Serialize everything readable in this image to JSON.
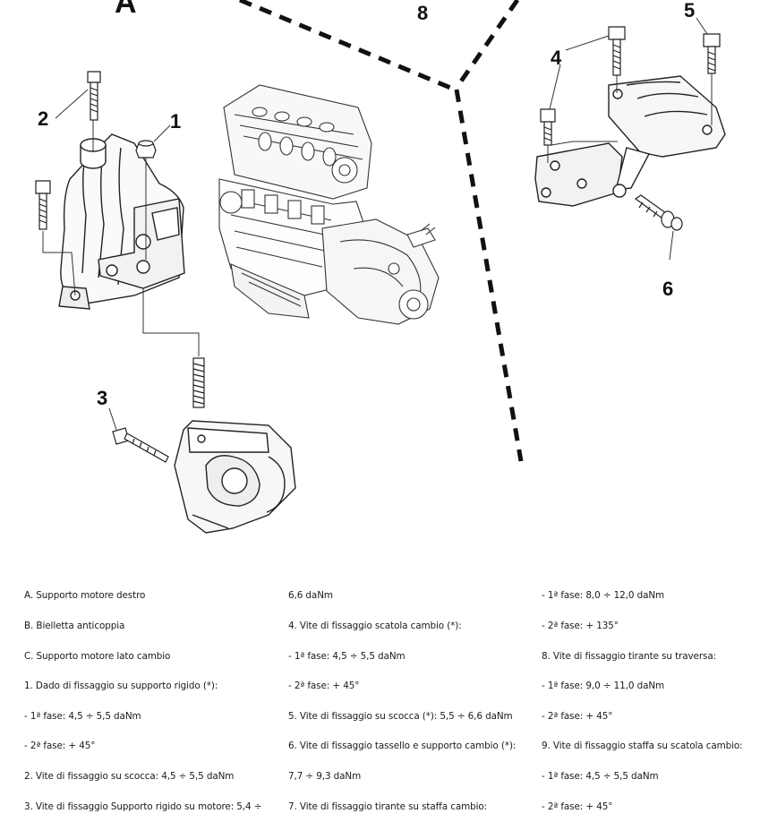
{
  "labels": {
    "section_letter": "A",
    "callout_1": "1",
    "callout_2": "2",
    "callout_3": "3",
    "callout_4": "4",
    "callout_5": "5",
    "callout_6": "6",
    "callout_8": "8"
  },
  "legend": {
    "col1": [
      "A. Supporto motore destro",
      "B. Bielletta anticoppia",
      "C. Supporto motore lato cambio",
      "1. Dado di fissaggio su supporto rigido (*):",
      "- 1ª fase: 4,5 ÷ 5,5 daNm",
      "- 2ª fase: + 45°",
      "2. Vite di fissaggio su scocca: 4,5 ÷ 5,5 daNm",
      "3. Vite di fissaggio Supporto rigido su motore: 5,4 ÷"
    ],
    "col2": [
      "6,6 daNm",
      "4. Vite di fissaggio scatola cambio (*):",
      "- 1ª fase: 4,5 ÷ 5,5 daNm",
      "- 2ª fase: + 45°",
      "5. Vite di fissaggio su scocca (*): 5,5 ÷ 6,6 daNm",
      "6. Vite di fissaggio tassello e supporto cambio (*):",
      "7,7 ÷ 9,3 daNm",
      "7. Vite di fissaggio tirante su staffa cambio:"
    ],
    "col3": [
      "- 1ª fase: 8,0 ÷ 12,0 daNm",
      "- 2ª fase: + 135°",
      "8. Vite di fissaggio tirante su traversa:",
      "- 1ª fase: 9,0 ÷ 11,0 daNm",
      "- 2ª fase: + 45°",
      "9. Vite di fissaggio staffa su scatola cambio:",
      "- 1ª fase: 4,5 ÷ 5,5 daNm",
      "- 2ª fase: + 45°"
    ]
  }
}
